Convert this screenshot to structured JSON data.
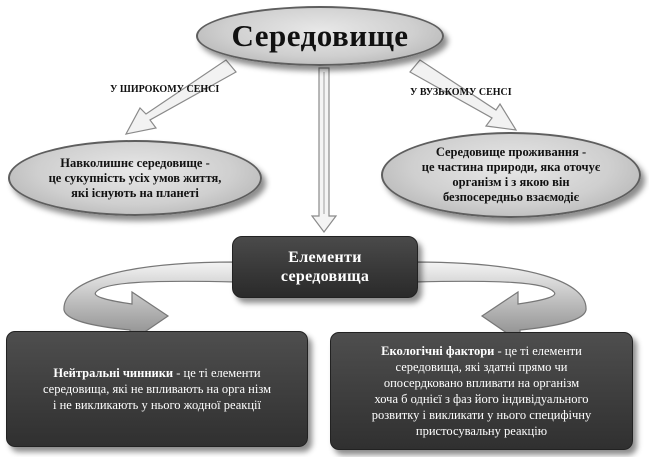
{
  "title": "Середовище",
  "branches": {
    "broad_label": "У ШИРОКОМУ СЕНСІ",
    "narrow_label": "У ВУЗЬКОМУ СЕНСІ"
  },
  "broad": {
    "lines": [
      "Навколишнє середовище -",
      "це сукупність усіх умов життя,",
      "які існують на планеті"
    ]
  },
  "narrow": {
    "lines": [
      "Середовище проживання -",
      "це частина природи, яка оточує",
      "організм і з якою він",
      "безпосередньо взаємодіє"
    ]
  },
  "elements": {
    "lines": [
      "Елементи",
      "середовища"
    ]
  },
  "neutral": {
    "term": "Нейтральні чинники",
    "lines": [
      " - це ті елементи",
      "середовища, які не впливають на орга нізм",
      "і не викликають у нього жодної реакції"
    ]
  },
  "ecological": {
    "term": "Екологічні фактори",
    "lines": [
      " - це ті елементи",
      "середовища, які здатні прямо чи",
      "опосердковано впливати на організм",
      "хоча б однієї з фаз його індивідуального",
      "розвитку і викликати у нього специфічну",
      "пристосувальну реакцію"
    ]
  },
  "colors": {
    "ellipse_fill": "#cfcfcf",
    "box_fill": "#3a3a3a",
    "box_text": "#ffffff"
  }
}
